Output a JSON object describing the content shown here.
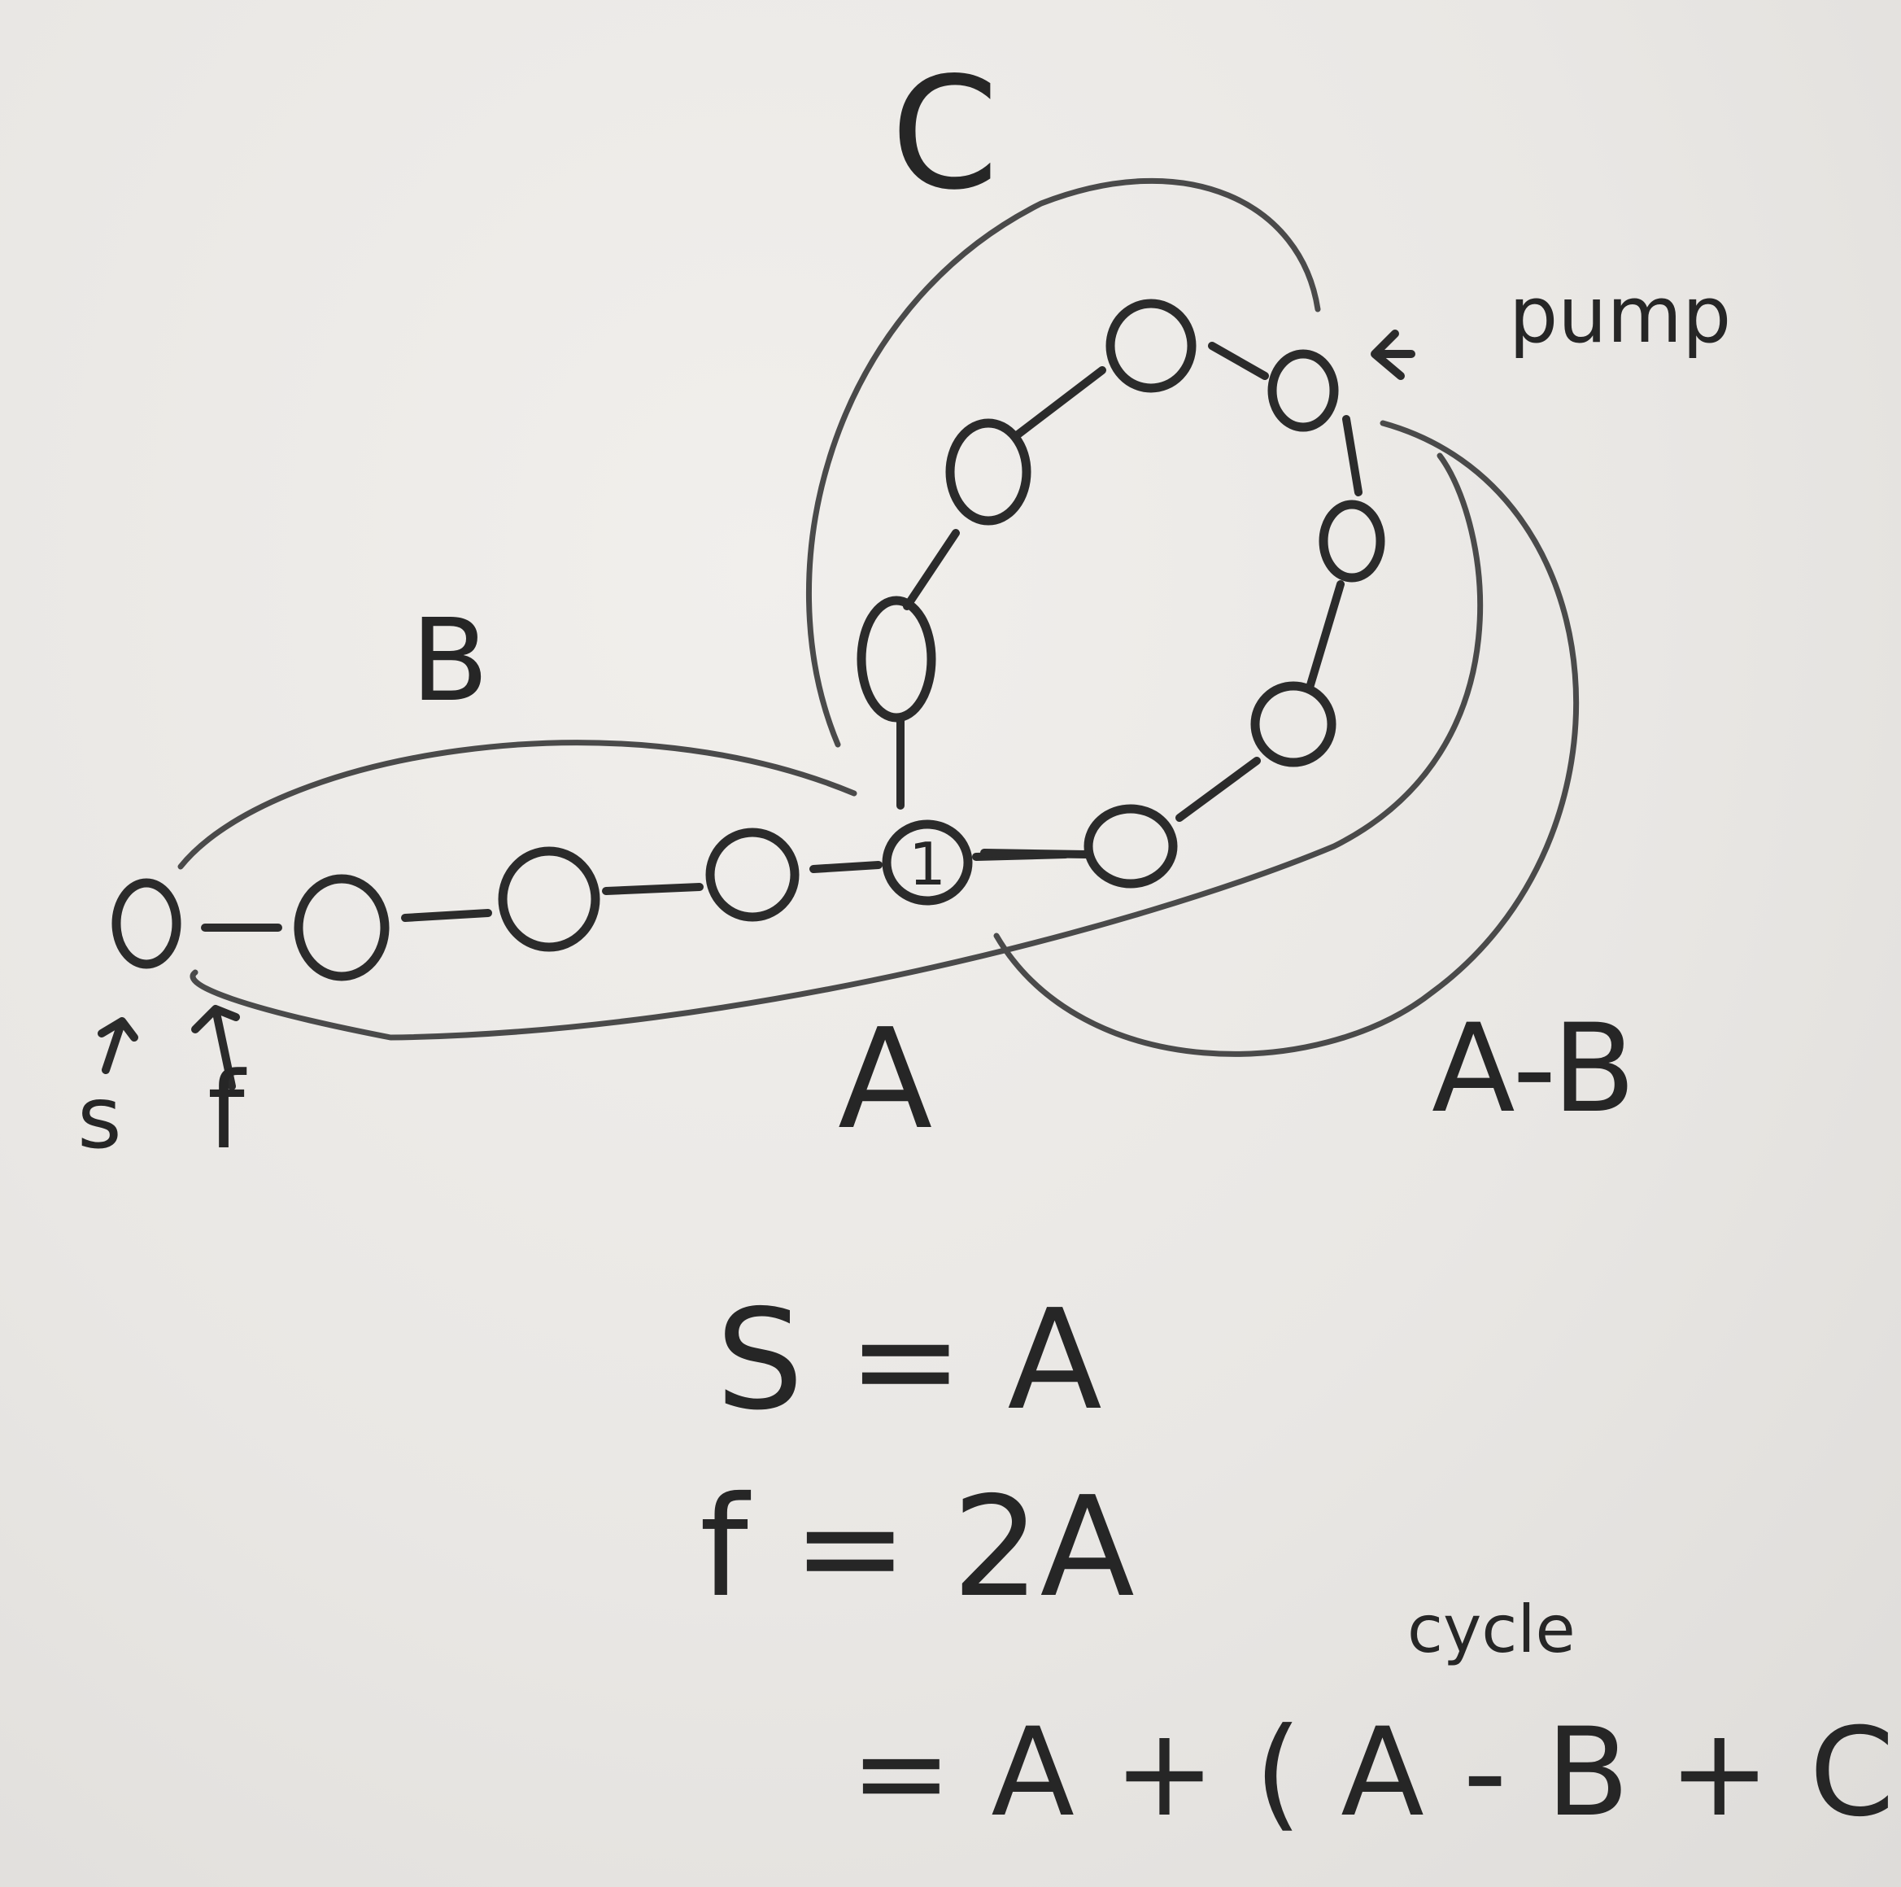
{
  "diagram": {
    "labels": {
      "C": "C",
      "B": "B",
      "A": "A",
      "A_minus_B": "A-B",
      "pump": "pump",
      "s": "s",
      "f": "f",
      "node_marker": "1"
    },
    "equations": {
      "line1": "S = A",
      "line2": "f = 2A",
      "cycle_note": "cycle",
      "line3": "= A + ( A - B + C )"
    },
    "ink_color": "#2b2b2b",
    "board_color": "#ebe9e6"
  }
}
